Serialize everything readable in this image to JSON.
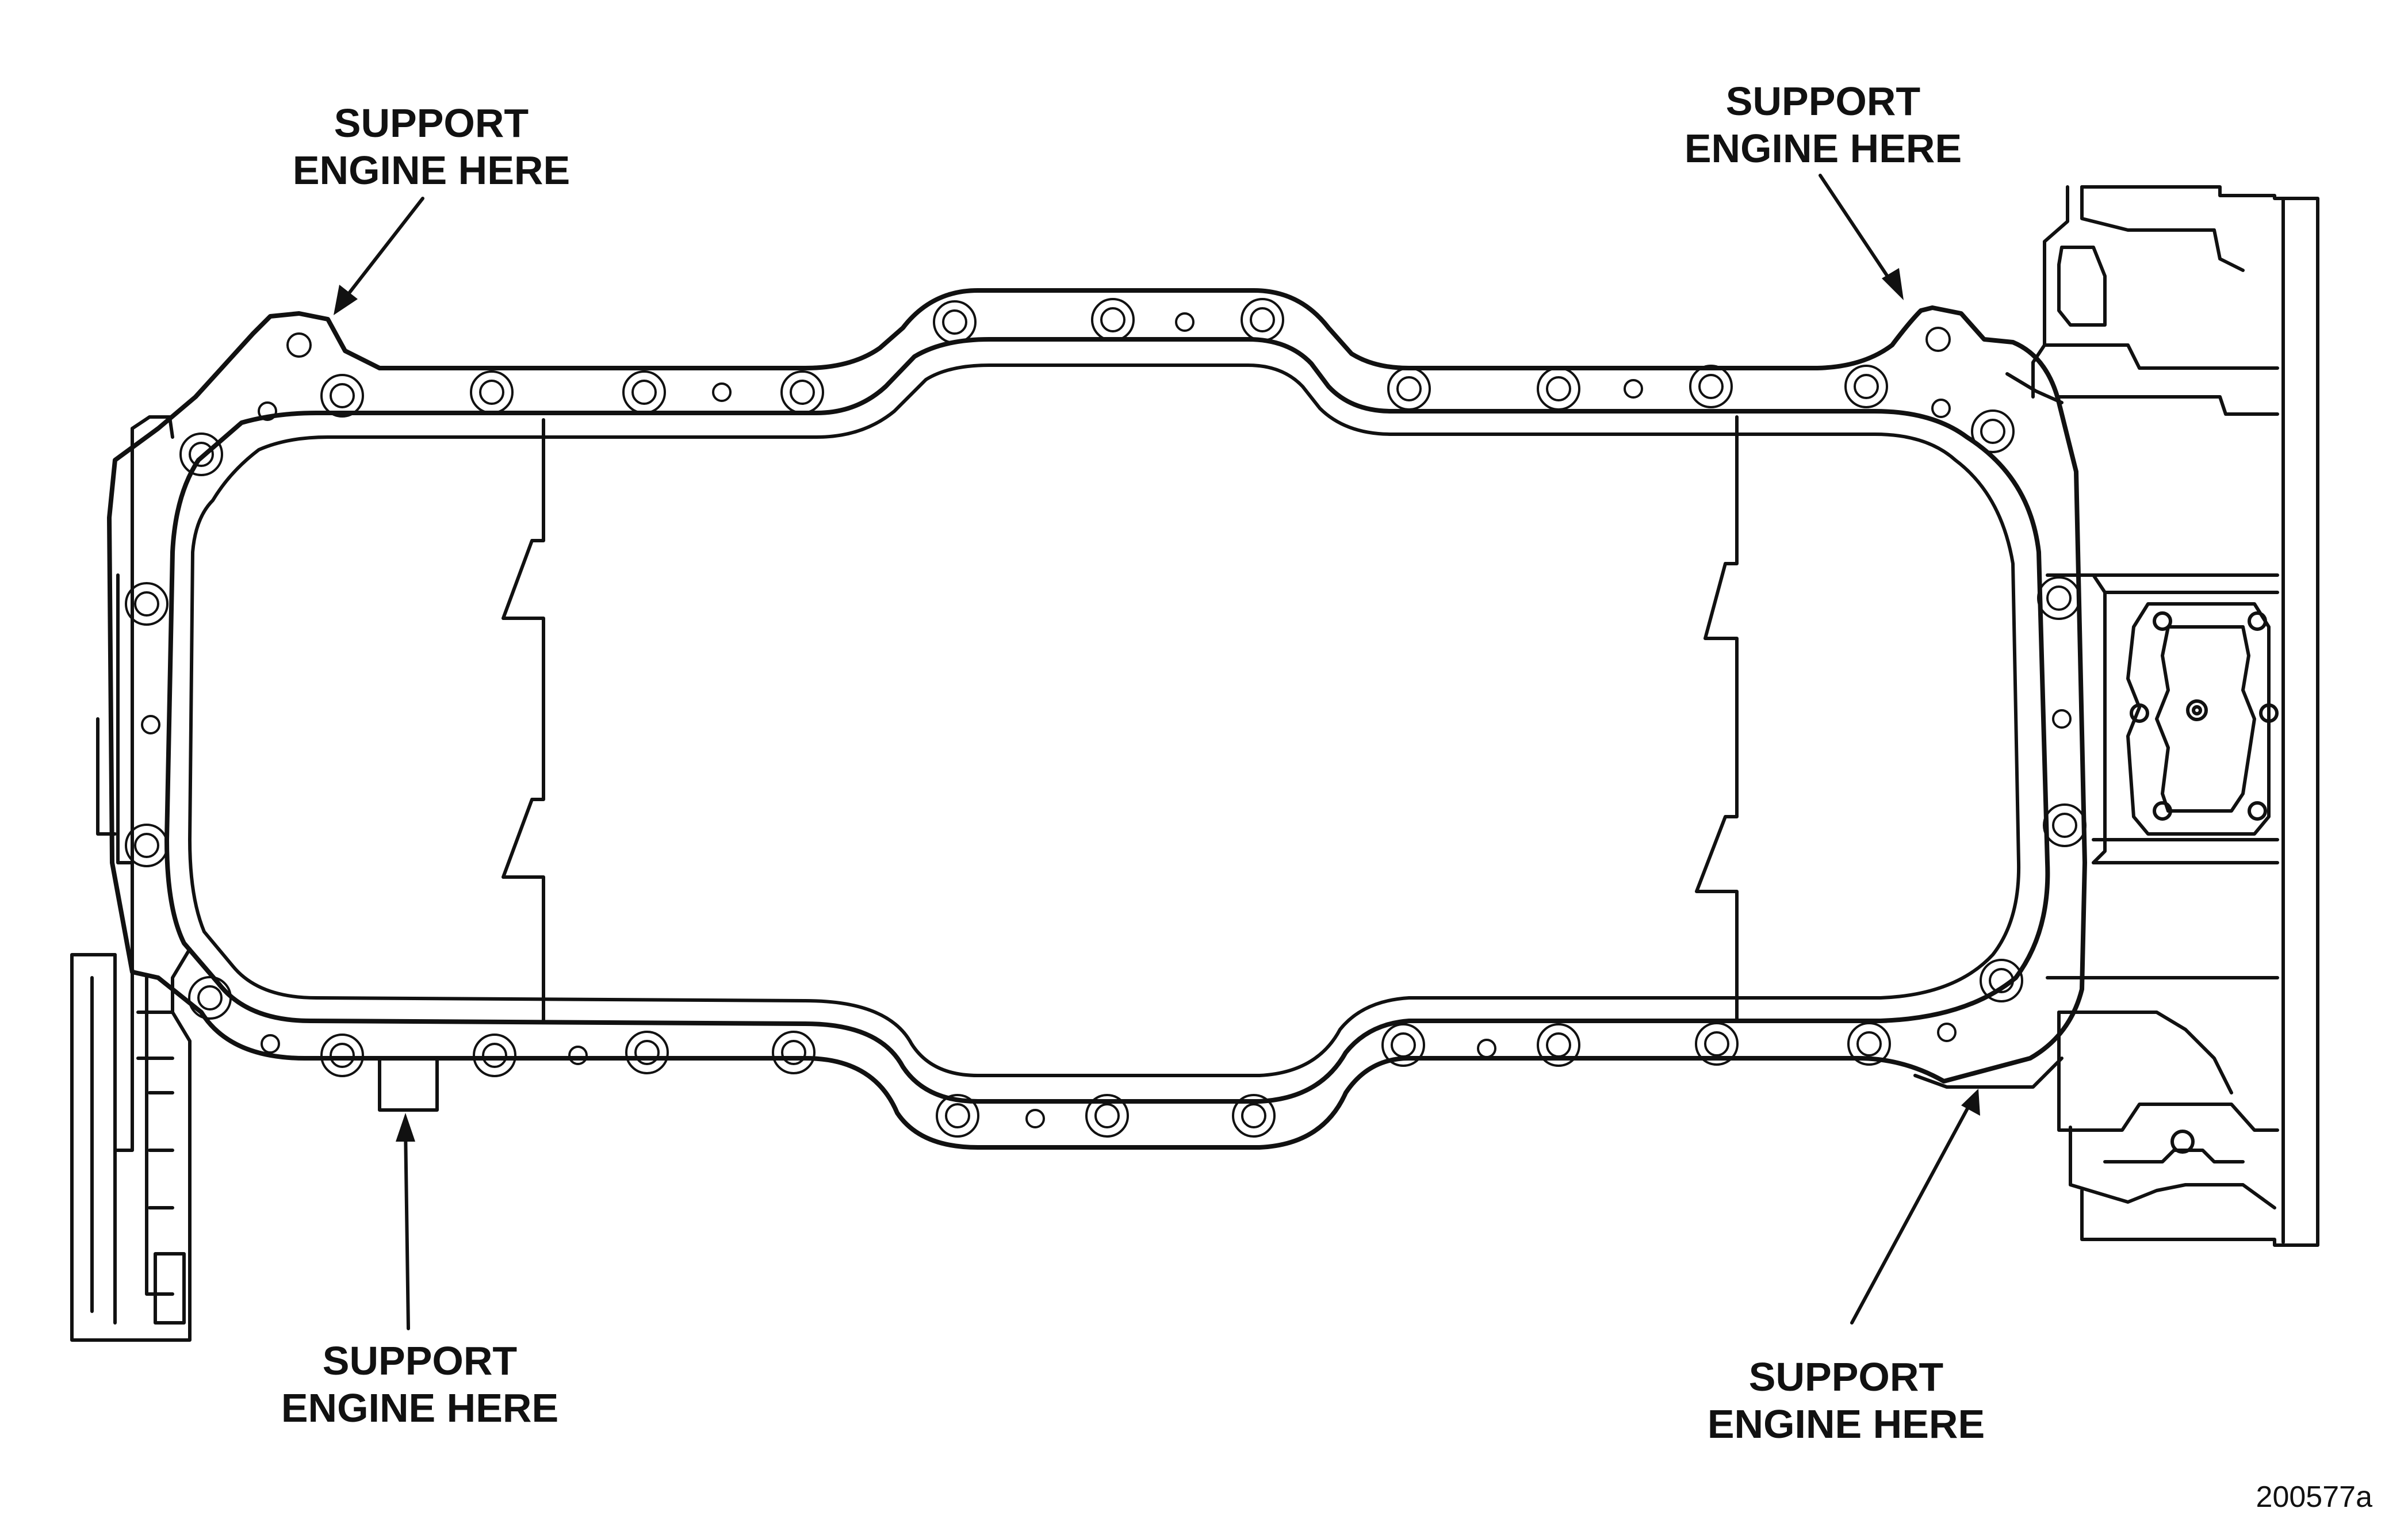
{
  "callouts": {
    "top_left": [
      "SUPPORT",
      "ENGINE HERE"
    ],
    "top_right": [
      "SUPPORT",
      "ENGINE HERE"
    ],
    "bottom_left": [
      "SUPPORT",
      "ENGINE HERE"
    ],
    "bottom_right": [
      "SUPPORT",
      "ENGINE HERE"
    ]
  },
  "figure_number": "200577a"
}
